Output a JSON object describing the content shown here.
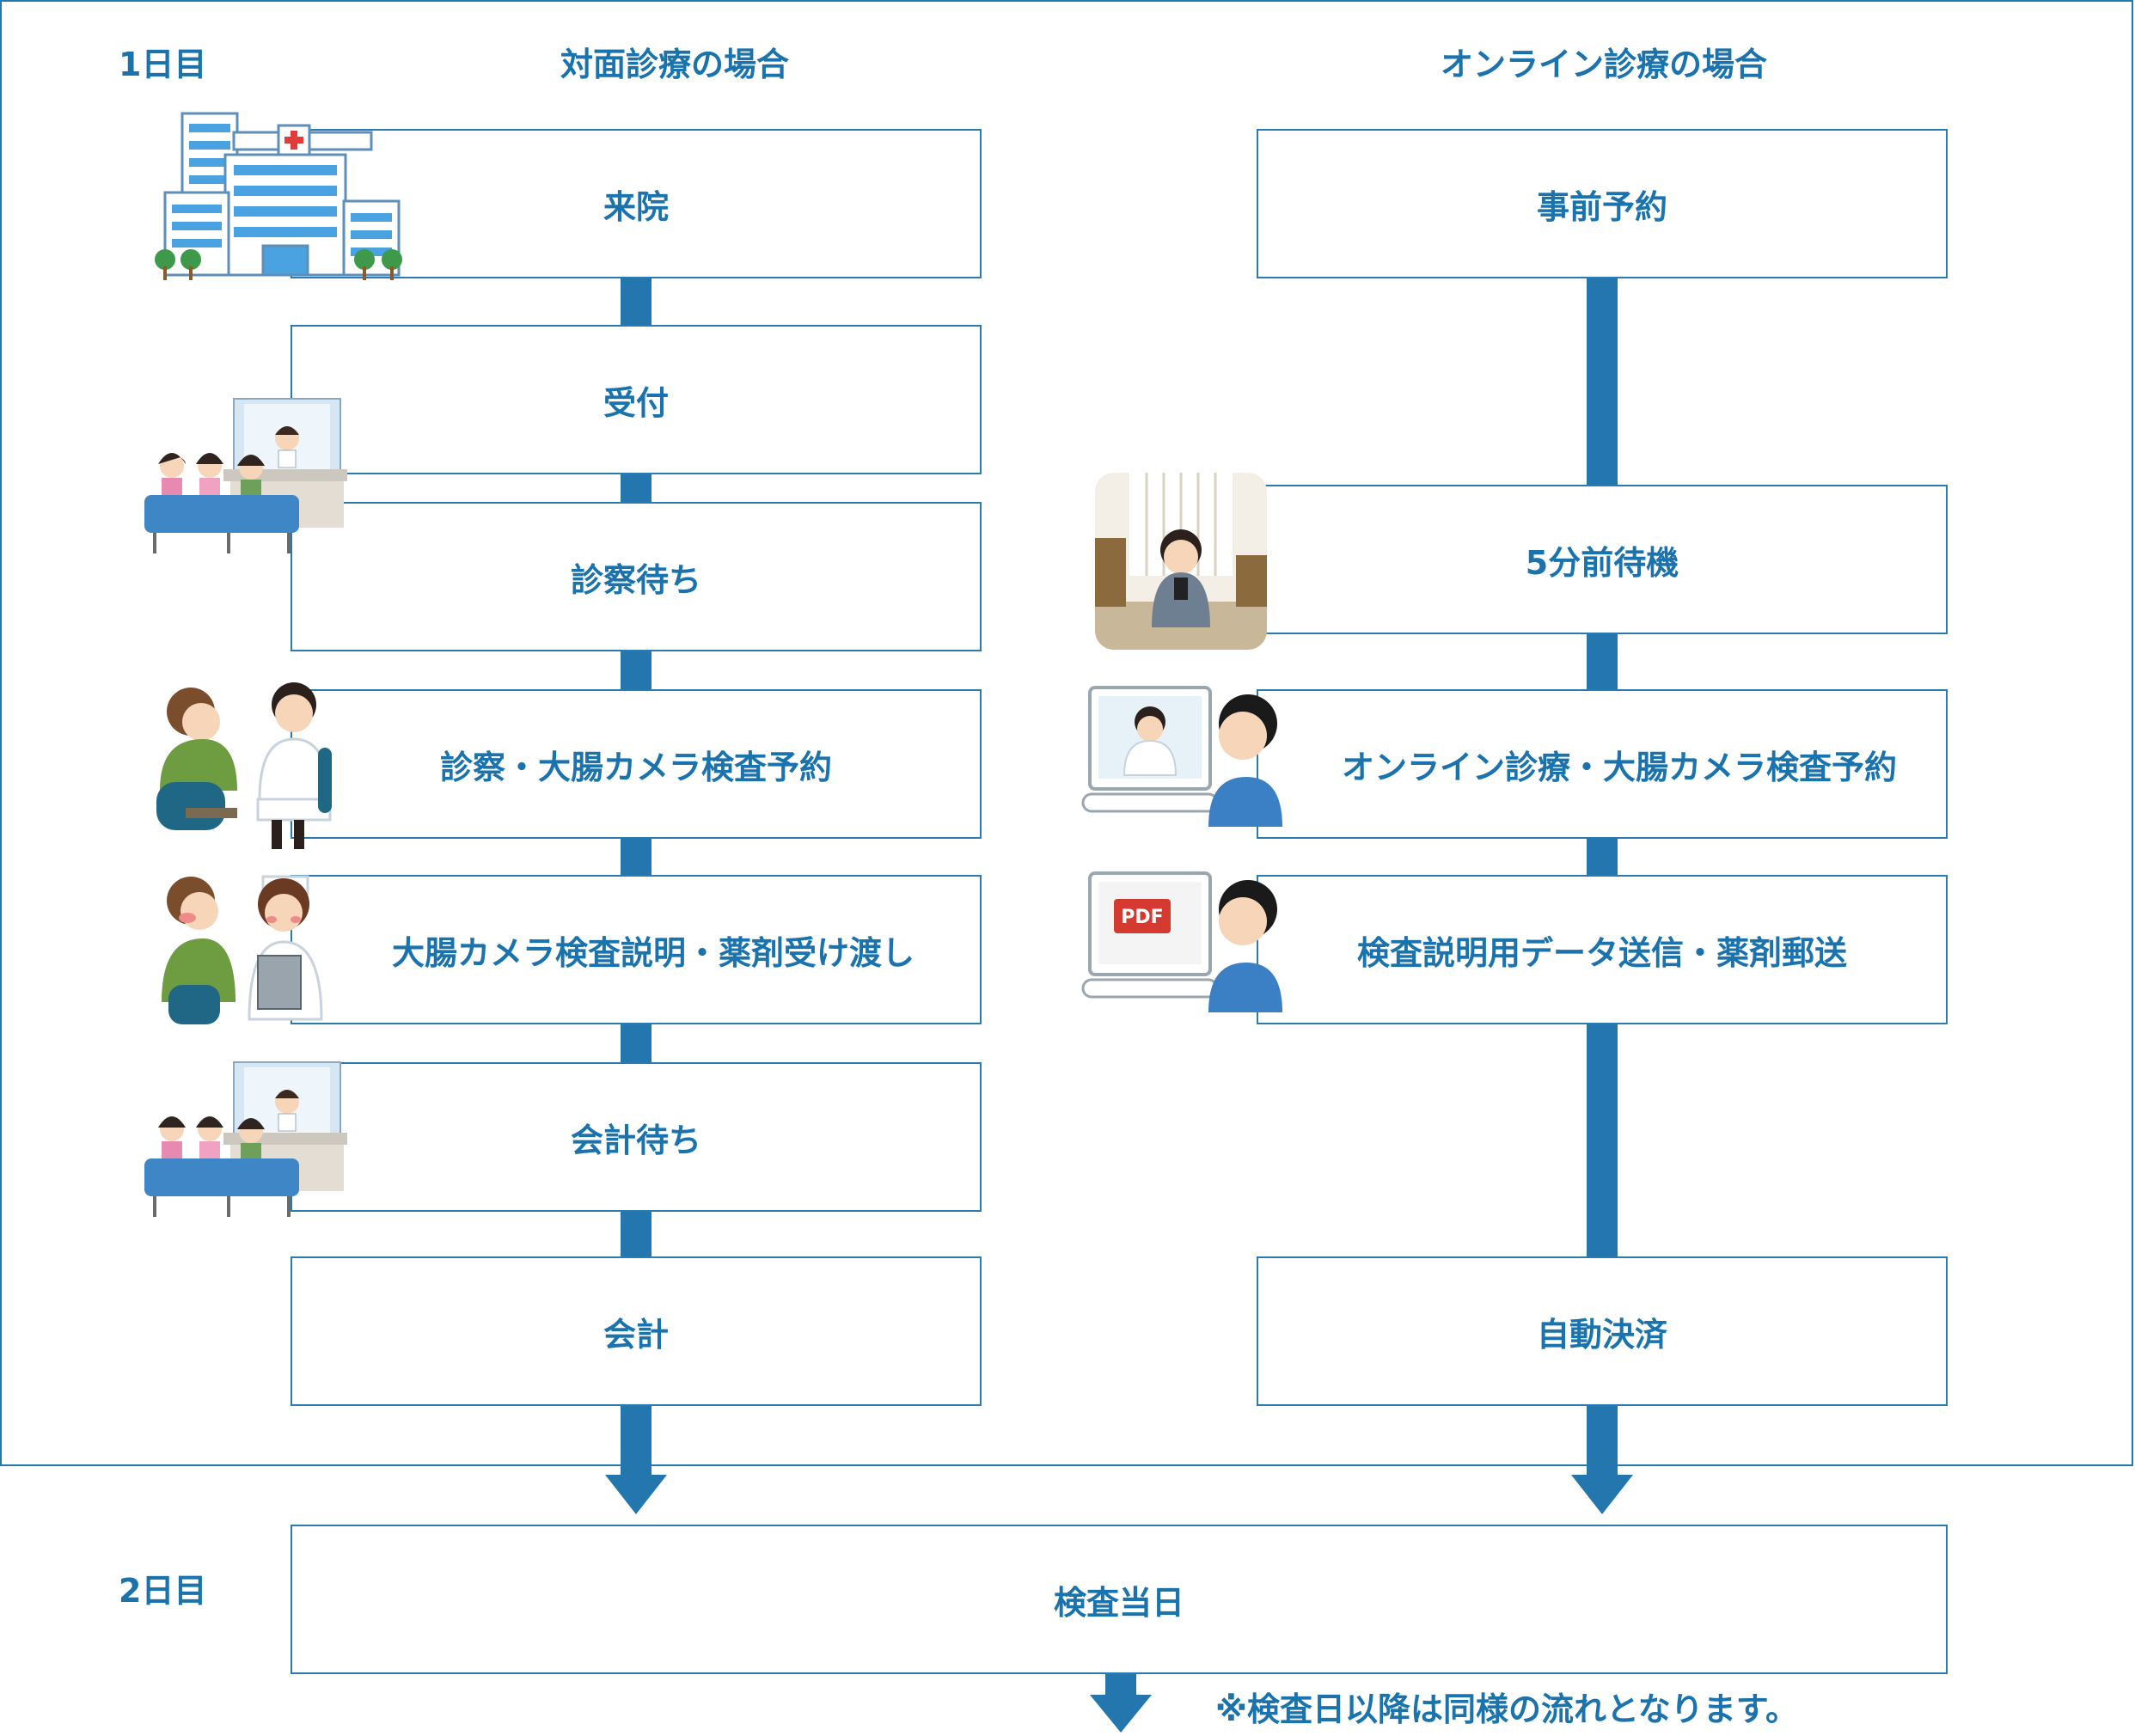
{
  "labels": {
    "day1": "1日目",
    "day2": "2日目",
    "in_person_heading": "対面診療の場合",
    "online_heading": "オンライン診療の場合"
  },
  "in_person_steps": [
    "来院",
    "受付",
    "診察待ち",
    "診察・大腸カメラ検査予約",
    "大腸カメラ検査説明・薬剤受け渡し",
    "会計待ち",
    "会計"
  ],
  "online_steps": [
    "事前予約",
    "5分前待機",
    "オンライン診療・大腸カメラ検査予約",
    "検査説明用データ送信・薬剤郵送",
    "自動決済"
  ],
  "exam_day": "検査当日",
  "note": "※検査日以降は同様の流れとなります。",
  "pdf_label": "PDF",
  "icons": {
    "hospital": "hospital-icon",
    "reception": "reception-icon",
    "waiting_room": "waiting-room-icon",
    "consultation": "doctor-consultation-icon",
    "nurse_explanation": "nurse-explanation-icon",
    "standby": "standby-at-home-icon",
    "online_consultation": "online-consultation-icon",
    "pdf_send": "pdf-document-icon"
  },
  "colors": {
    "accent": "#2477ae",
    "text": "#1a73ad"
  }
}
